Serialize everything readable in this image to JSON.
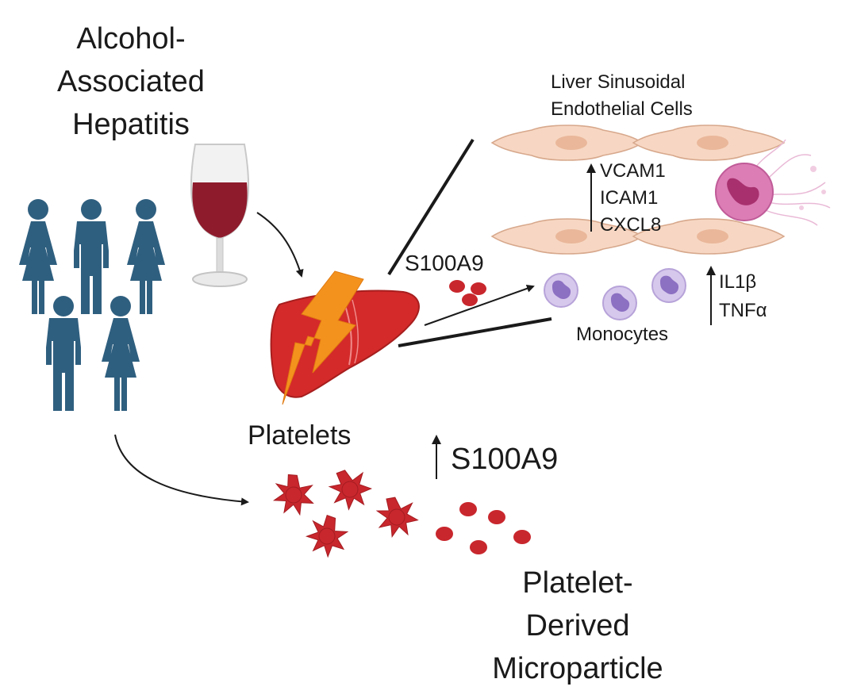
{
  "title_lines": [
    "Alcohol-",
    "Associated",
    "Hepatitis"
  ],
  "lsec_lines": [
    "Liver Sinusoidal",
    "Endothelial Cells"
  ],
  "lsec_markers": [
    "VCAM1",
    "ICAM1",
    "CXCL8"
  ],
  "s100a9_liver": "S100A9",
  "monocyte_markers": [
    "IL1β",
    "TNFα"
  ],
  "monocytes_label": "Monocytes",
  "platelets_label": "Platelets",
  "s100a9_platelets": "S100A9",
  "pdmp_lines": [
    "Platelet-",
    "Derived",
    "Microparticle"
  ],
  "colors": {
    "people": "#2f5f7f",
    "liver": "#d42a2a",
    "lightning": "#f4921e",
    "platelet": "#c8272d",
    "wine": "#8e1b2c",
    "endothelial": "#f6d3c0",
    "monocyte": "#c9b8e3",
    "neutrophil": "#d66aa8"
  },
  "icons": [
    "people-icon",
    "wine-glass-icon",
    "liver-icon",
    "lightning-icon",
    "platelet-icon",
    "microparticle-icon",
    "endothelial-cell-icon",
    "monocyte-icon",
    "neutrophil-icon",
    "up-arrow-icon"
  ]
}
